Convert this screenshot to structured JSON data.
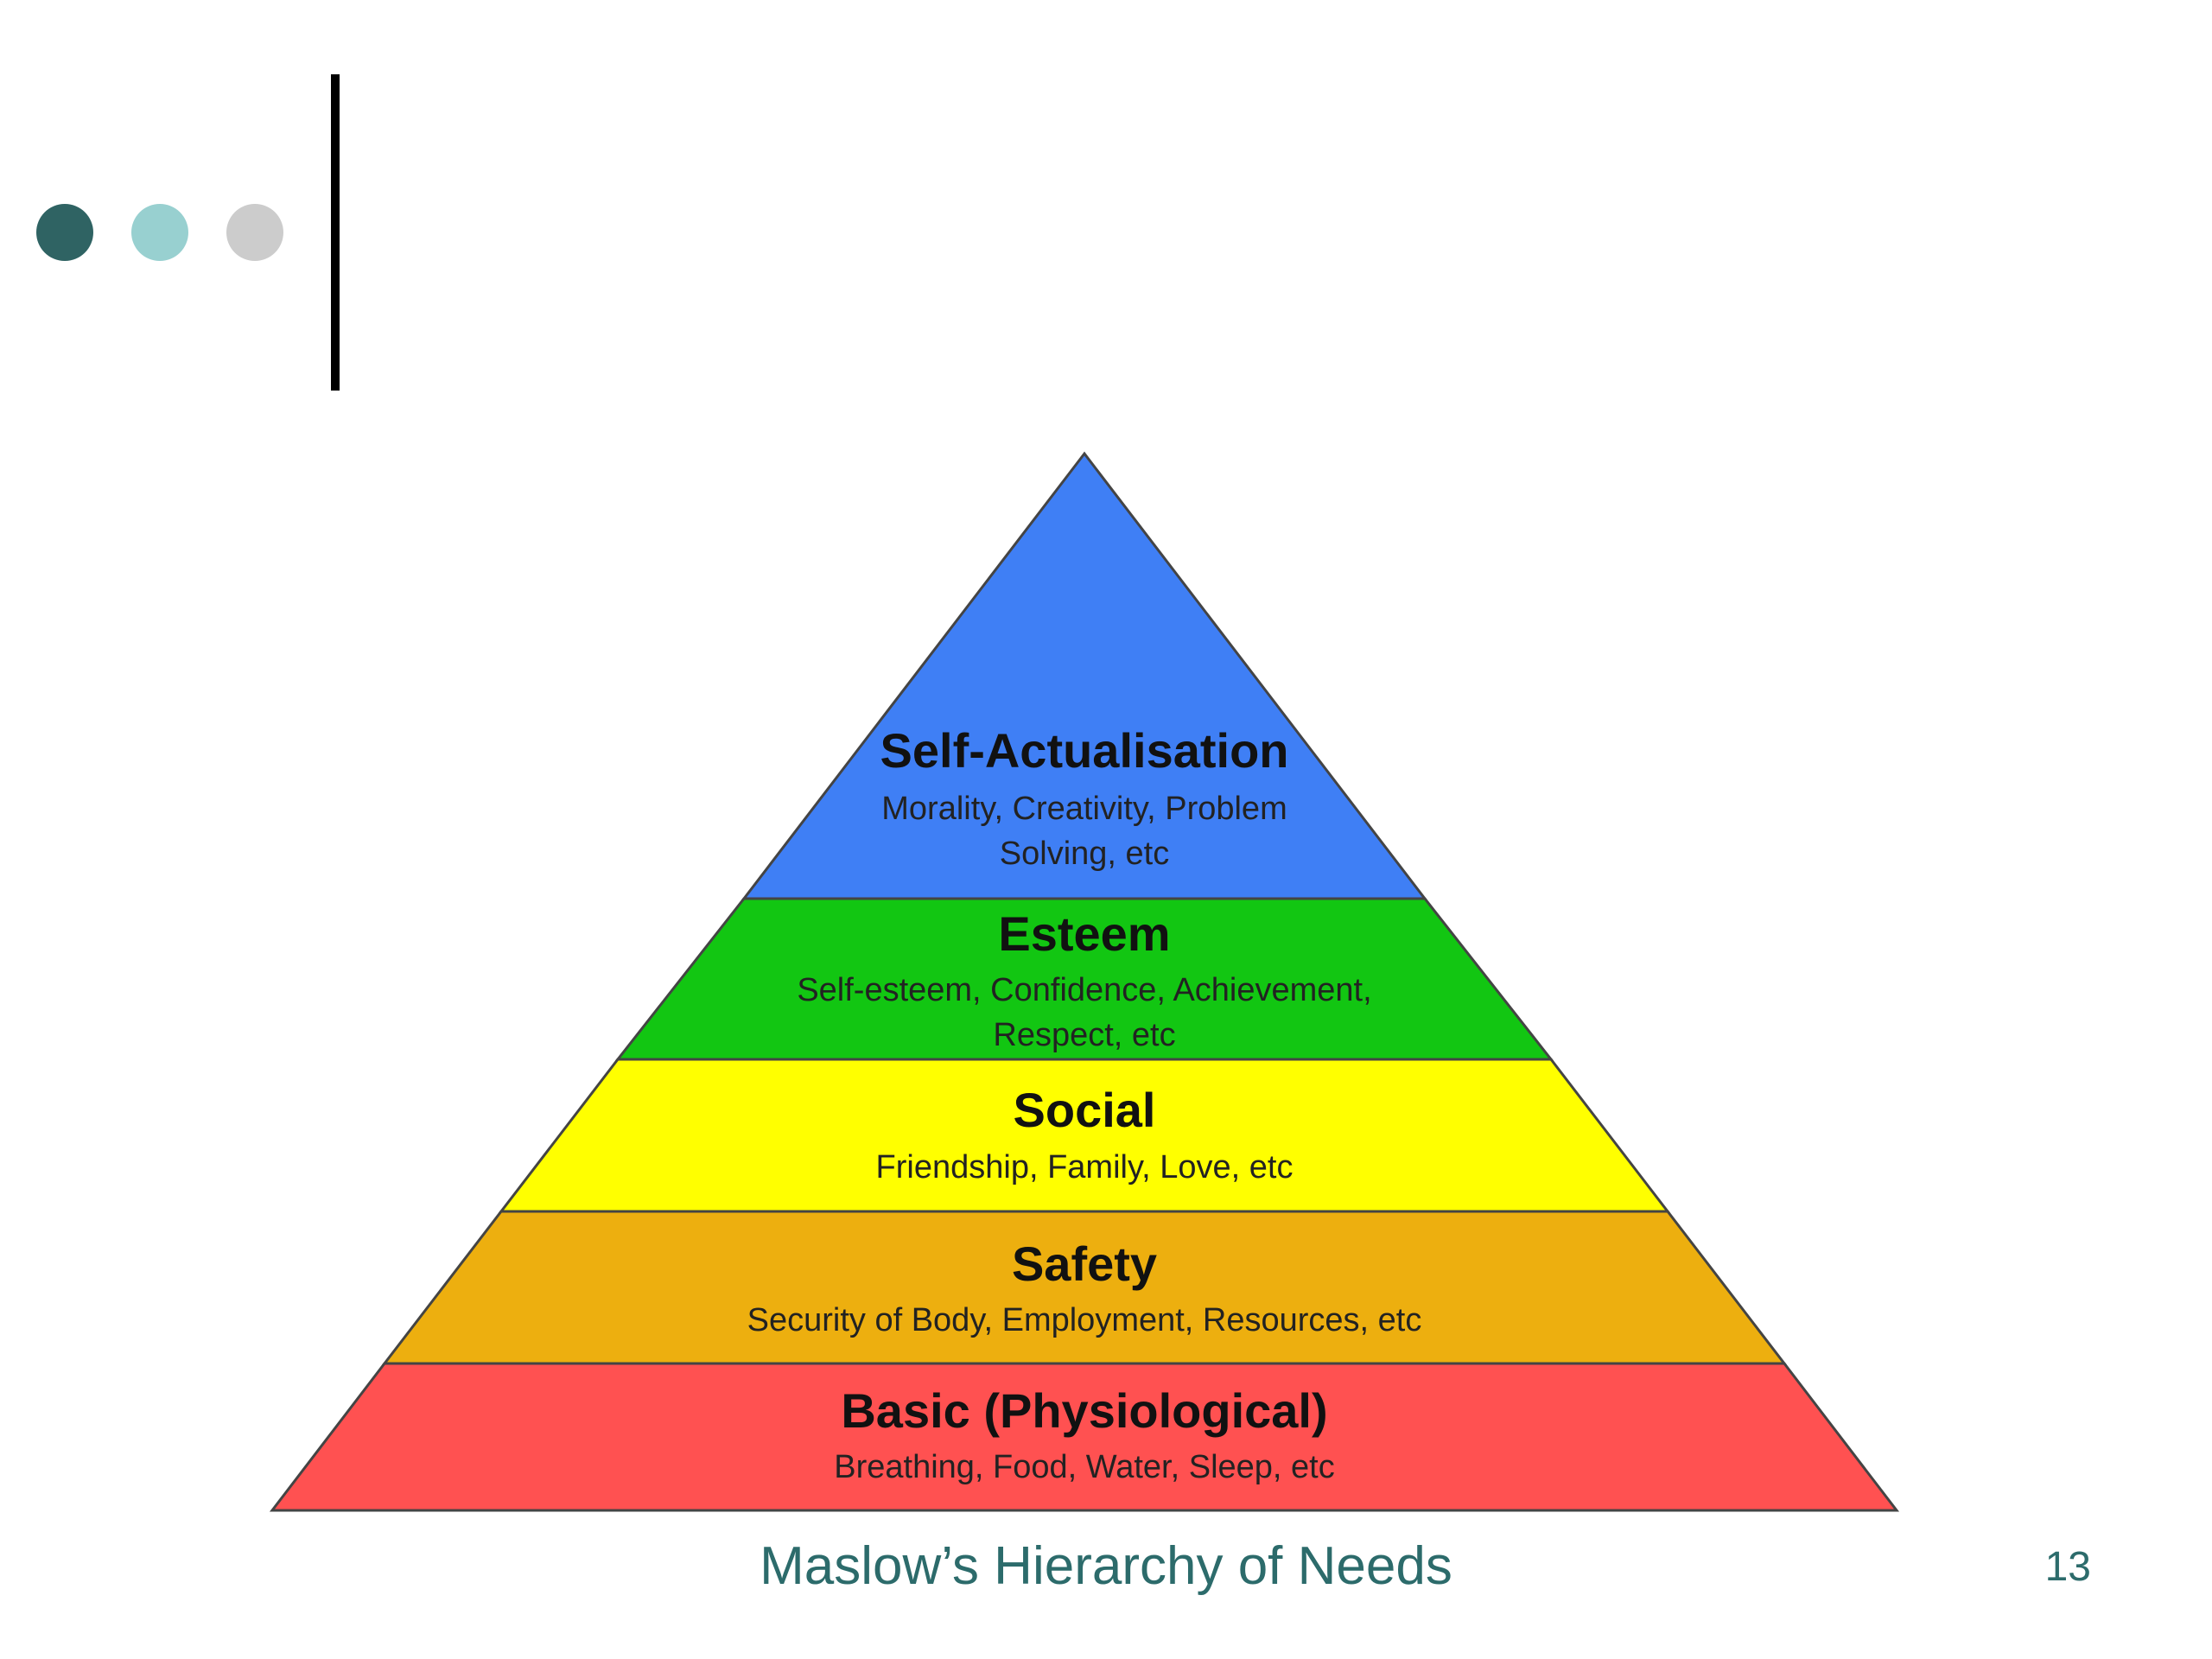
{
  "slide": {
    "caption": "Maslow’s Hierarchy of Needs",
    "page_number": "13"
  },
  "decor": {
    "dot_colors": [
      "#2f6363",
      "#98d0d0",
      "#cccccc"
    ]
  },
  "pyramid": {
    "levels": [
      {
        "title": "Self-Actualisation",
        "desc_lines": [
          "Morality, Creativity, Problem",
          "Solving, etc"
        ],
        "color": "#3f7ff5"
      },
      {
        "title": "Esteem",
        "desc_lines": [
          "Self-esteem, Confidence, Achievement,",
          "Respect, etc"
        ],
        "color": "#12c612"
      },
      {
        "title": "Social",
        "desc_lines": [
          "Friendship, Family, Love, etc"
        ],
        "color": "#ffff00"
      },
      {
        "title": "Safety",
        "desc_lines": [
          "Security of Body, Employment, Resources, etc"
        ],
        "color": "#edaf0f"
      },
      {
        "title": "Basic (Physiological)",
        "desc_lines": [
          "Breathing, Food, Water, Sleep, etc"
        ],
        "color": "#ff5151"
      }
    ]
  }
}
